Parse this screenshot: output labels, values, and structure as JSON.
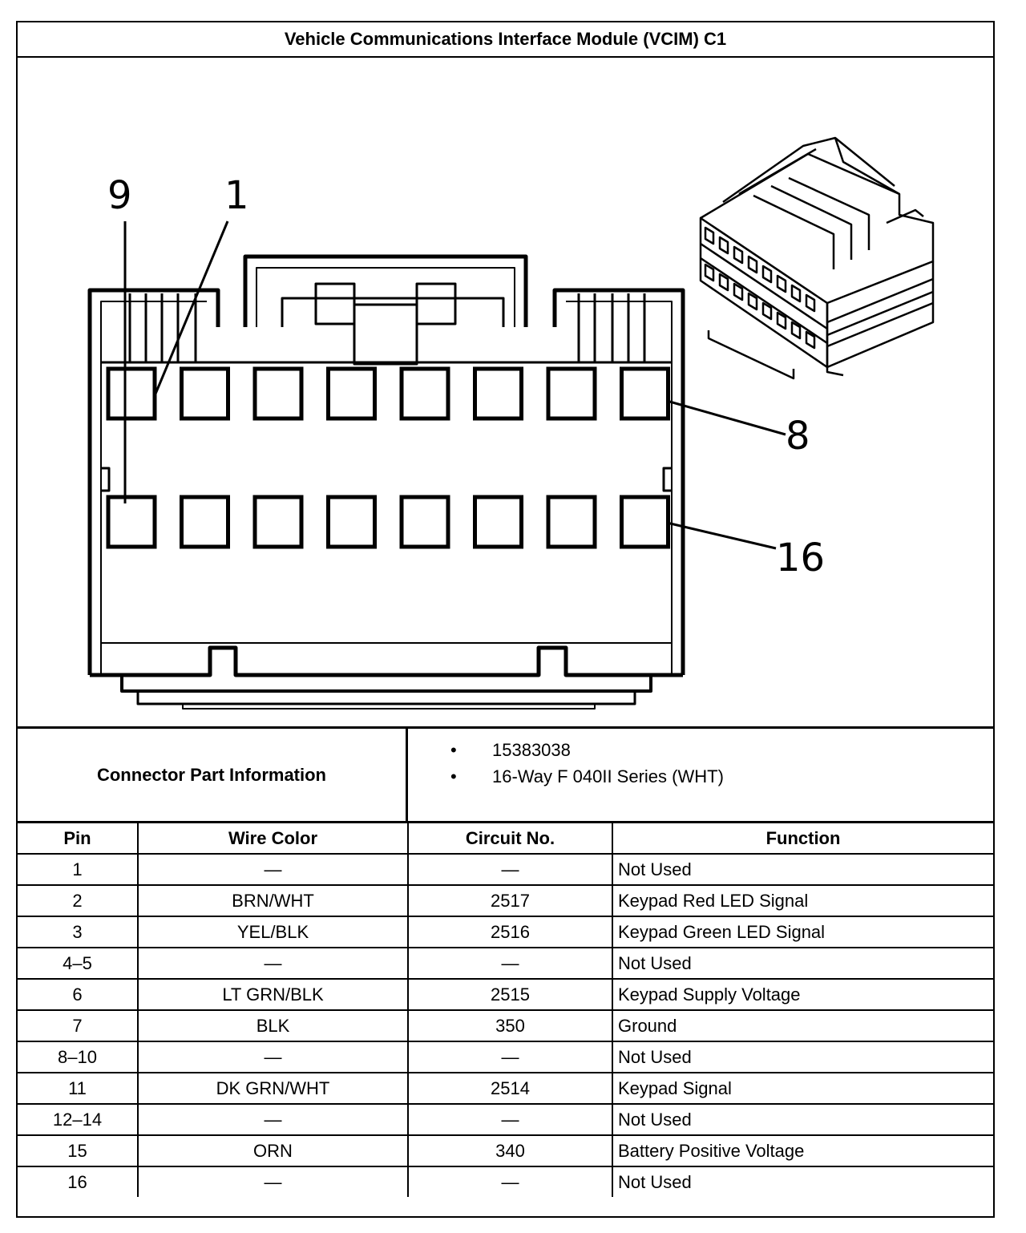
{
  "title": "Vehicle Communications Interface Module (VCIM) C1",
  "figure": {
    "callouts": [
      {
        "id": "callout-pin-9",
        "text": "9"
      },
      {
        "id": "callout-pin-1",
        "text": "1"
      },
      {
        "id": "callout-pin-8",
        "text": "8"
      },
      {
        "id": "callout-pin-16",
        "text": "16"
      }
    ]
  },
  "connector_info": {
    "label": "Connector Part Information",
    "items": [
      "15383038",
      "16-Way F 040II Series (WHT)"
    ]
  },
  "table": {
    "headers": {
      "pin": "Pin",
      "wire_color": "Wire Color",
      "circuit": "Circuit No.",
      "function": "Function"
    },
    "rows": [
      {
        "pin": "1",
        "wire_color": "—",
        "circuit": "—",
        "function": "Not Used"
      },
      {
        "pin": "2",
        "wire_color": "BRN/WHT",
        "circuit": "2517",
        "function": "Keypad Red LED Signal"
      },
      {
        "pin": "3",
        "wire_color": "YEL/BLK",
        "circuit": "2516",
        "function": "Keypad Green LED Signal"
      },
      {
        "pin": "4–5",
        "wire_color": "—",
        "circuit": "—",
        "function": "Not Used"
      },
      {
        "pin": "6",
        "wire_color": "LT GRN/BLK",
        "circuit": "2515",
        "function": "Keypad Supply Voltage"
      },
      {
        "pin": "7",
        "wire_color": "BLK",
        "circuit": "350",
        "function": "Ground"
      },
      {
        "pin": "8–10",
        "wire_color": "—",
        "circuit": "—",
        "function": "Not Used"
      },
      {
        "pin": "11",
        "wire_color": "DK GRN/WHT",
        "circuit": "2514",
        "function": "Keypad Signal"
      },
      {
        "pin": "12–14",
        "wire_color": "—",
        "circuit": "—",
        "function": "Not Used"
      },
      {
        "pin": "15",
        "wire_color": "ORN",
        "circuit": "340",
        "function": "Battery Positive Voltage"
      },
      {
        "pin": "16",
        "wire_color": "—",
        "circuit": "—",
        "function": "Not Used"
      }
    ]
  }
}
